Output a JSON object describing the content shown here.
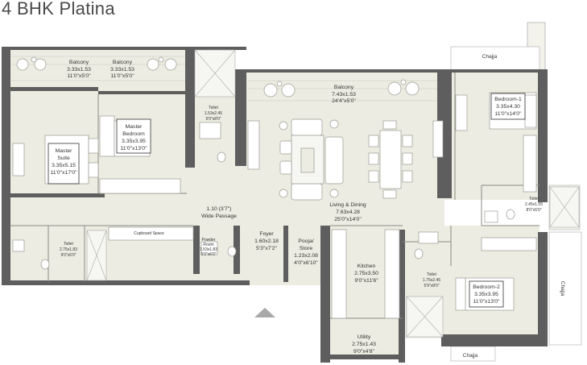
{
  "title": "4 BHK Platina",
  "rooms": {
    "balcony_left_1": {
      "name": "Balcony",
      "dim1": "3.33x1.53",
      "dim2": "11'0\"x5'0\""
    },
    "balcony_left_2": {
      "name": "Balcony",
      "dim1": "3.33x1.53",
      "dim2": "11'0\"x5'0\""
    },
    "balcony_main": {
      "name": "Balcony",
      "dim1": "7.43x1.53",
      "dim2": "24'4\"x5'0\""
    },
    "master_suite": {
      "name1": "Master",
      "name2": "Suite",
      "dim1": "3.35x5.15",
      "dim2": "11'0\"x17'0\""
    },
    "master_bedroom": {
      "name1": "Master",
      "name2": "Bedroom",
      "dim1": "3.35x3.95",
      "dim2": "11'0\"x13'0\""
    },
    "toilet_top": {
      "name": "Toilet",
      "dim1": "1.53x2.45",
      "dim2": "5'0\"x8'0\""
    },
    "passage": {
      "dim1": "1.10 (3'7\")",
      "name": "Wide Passage"
    },
    "living_dining": {
      "name": "Living & Dining",
      "dim1": "7.63x4.28",
      "dim2": "25'0\"x14'0\""
    },
    "bedroom_1": {
      "name": "Bedroom-1",
      "dim1": "3.35x4.30",
      "dim2": "11'0\"x14'0\""
    },
    "toilet_right": {
      "name": "Toilet",
      "dim1": "2.45x1.55",
      "dim2": "8'0\"x5'0\""
    },
    "toilet_left": {
      "name": "Toilet",
      "dim1": "2.75x1.83",
      "dim2": "9'0\"x6'0\""
    },
    "cupboard": {
      "name": "Cupboard Space"
    },
    "powder": {
      "name1": "Powder",
      "name2": "Room",
      "dim1": "1.53x1.83",
      "dim2": "5'0\"x6'0\""
    },
    "foyer": {
      "name": "Foyer",
      "dim1": "1.60x2.18",
      "dim2": "5'3\"x7'2\""
    },
    "pooja": {
      "name1": "Pooja/",
      "name2": "Store",
      "dim1": "1.23x2.08",
      "dim2": "4'0\"x6'10\""
    },
    "kitchen": {
      "name": "Kitchen",
      "dim1": "2.75x3.50",
      "dim2": "9'0\"x11'6\""
    },
    "utility": {
      "name": "Utility",
      "dim1": "2.75x1.43",
      "dim2": "9'0\"x4'8\""
    },
    "toilet_mid": {
      "name": "Toilet",
      "dim1": "1.75x2.45",
      "dim2": "5'9\"x8'0\""
    },
    "bedroom_2": {
      "name": "Bedroom-2",
      "dim1": "3.35x3.95",
      "dim2": "11'0\"x13'0\""
    },
    "chajja_top": {
      "name": "Chajja"
    },
    "chajja_right": {
      "name": "Chajja"
    },
    "chajja_bottom": {
      "name": "Chajja"
    }
  },
  "colors": {
    "floor": "#ecece2",
    "wall": "#5a5a5a",
    "balcony": "#ededE4",
    "line": "#b0b0a8"
  }
}
